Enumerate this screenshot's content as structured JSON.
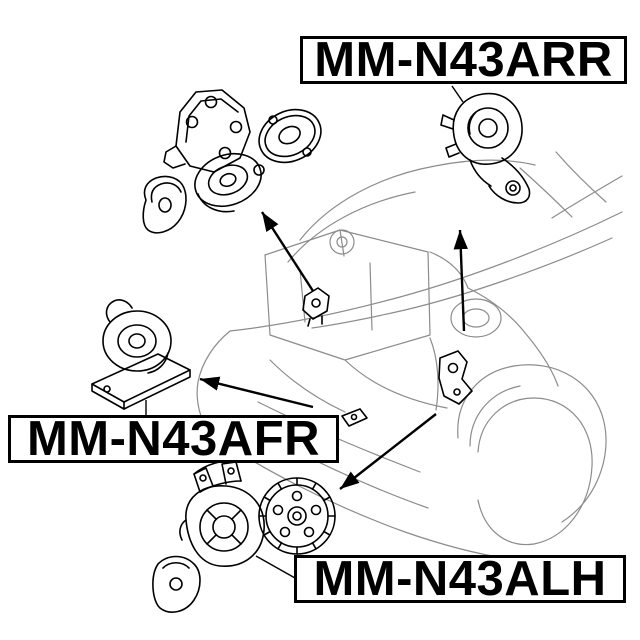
{
  "labels": {
    "arr": "MM-N43ARR",
    "afr": "MM-N43AFR",
    "alh": "MM-N43ALH"
  },
  "colors": {
    "line": "#000000",
    "car": "#8c8c8c",
    "background": "#ffffff"
  }
}
